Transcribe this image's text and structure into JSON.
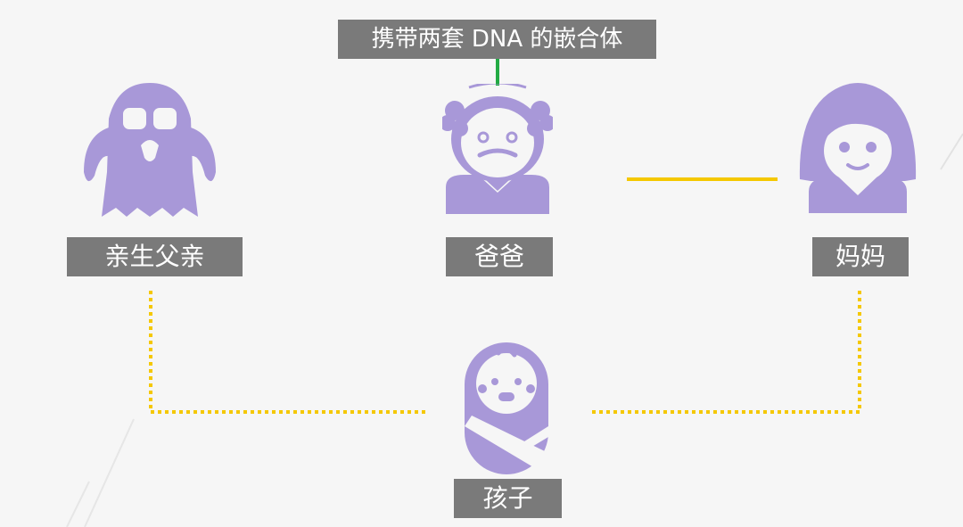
{
  "top_caption": "携带两套 DNA 的嵌合体",
  "people": {
    "biological_father": {
      "label": "亲生父亲"
    },
    "father": {
      "label": "爸爸"
    },
    "mother": {
      "label": "妈妈"
    },
    "child": {
      "label": "孩子"
    }
  },
  "colors": {
    "figure": "#a898d8",
    "label_bg": "#7a7a7a",
    "label_text": "#ffffff",
    "spouse_line": "#f5c800",
    "genetic_link": "#f5c800",
    "caption_link": "#22aa44",
    "background": "#f6f6f6"
  }
}
